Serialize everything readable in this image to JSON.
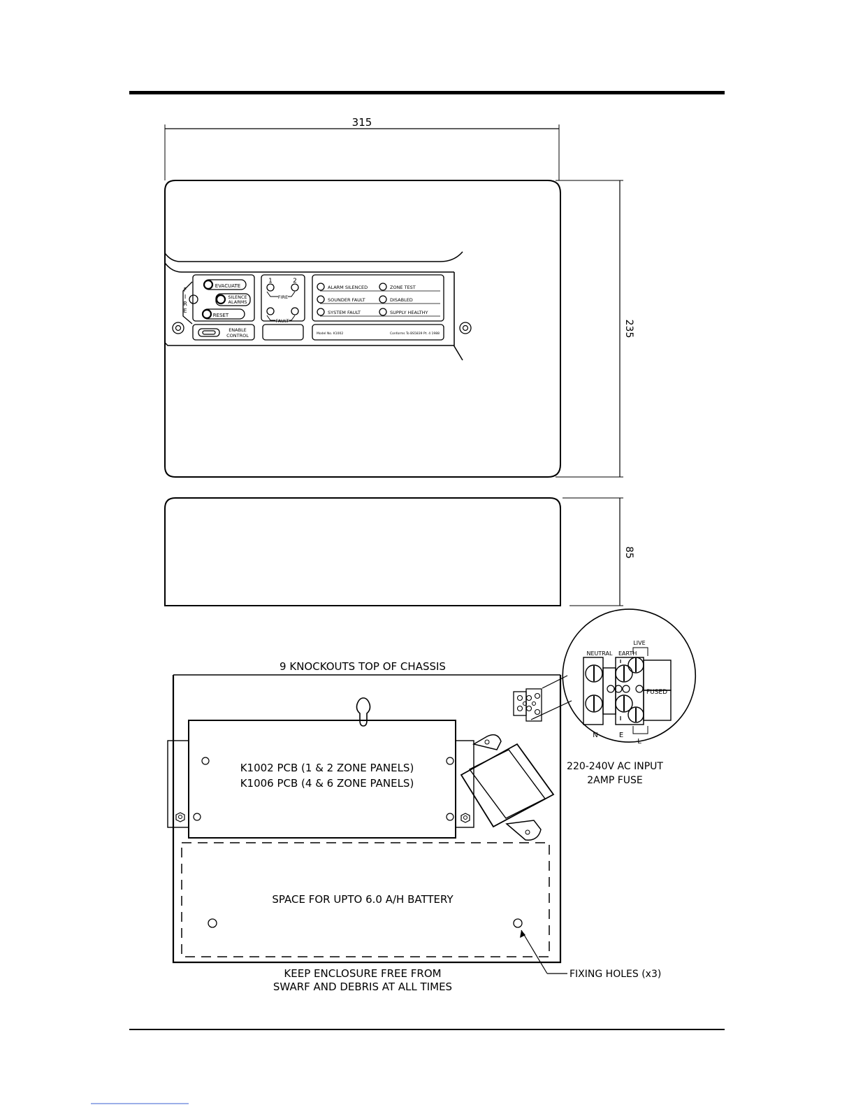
{
  "dimensions": {
    "width": "315",
    "height": "235",
    "depth": "85"
  },
  "front_panel": {
    "fire_letters": [
      "F",
      "I",
      "R",
      "E"
    ],
    "buttons": {
      "evacuate": "EVACUATE",
      "silence_line1": "SILENCE",
      "silence_line2": "ALARMS",
      "reset": "RESET"
    },
    "enable_line1": "ENABLE",
    "enable_line2": "CONTROL",
    "zones": {
      "zone1": "1",
      "zone2": "2",
      "fire": "FIRE",
      "fault": "FAULT"
    },
    "indicators": [
      "ALARM SILENCED",
      "ZONE TEST",
      "SOUNDER FAULT",
      "DISABLED",
      "SYSTEM FAULT",
      "SUPPLY HEALTHY"
    ],
    "model": "Model No. K1002",
    "conformance": "Conforms To BS5839 Pt. 4 1988"
  },
  "chassis": {
    "knockouts": "9 KNOCKOUTS TOP OF CHASSIS",
    "pcb_line1": "K1002 PCB (1 & 2 ZONE PANELS)",
    "pcb_line2": "K1006 PCB (4 & 6 ZONE PANELS)",
    "battery": "SPACE FOR UPTO 6.0 A/H BATTERY",
    "warning_line1": "KEEP ENCLOSURE FREE FROM",
    "warning_line2": "SWARF AND DEBRIS AT ALL TIMES",
    "fixing": "FIXING HOLES (x3)"
  },
  "terminal": {
    "neutral": "NEUTRAL",
    "earth": "EARTH",
    "live": "LIVE",
    "fused": "FUSED",
    "n": "N",
    "e": "E",
    "l": "L",
    "input_line1": "220-240V AC INPUT",
    "input_line2": "2AMP FUSE"
  }
}
